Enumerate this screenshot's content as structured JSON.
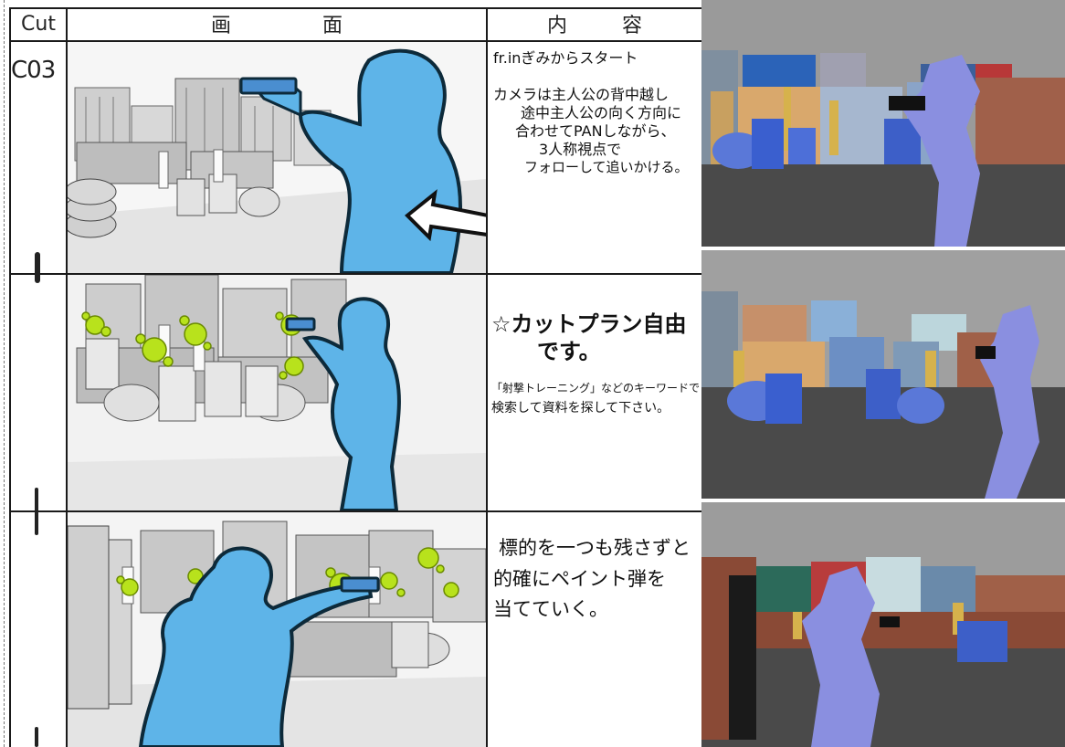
{
  "header": {
    "cut": "Cut",
    "picture_left": "画",
    "picture_right": "面",
    "content_left": "内",
    "content_right": "容"
  },
  "cut_number": "C03",
  "rows": [
    {
      "lines": [
        "fr.inぎみからスタート",
        "カメラは主人公の背中越し",
        "途中主人公の向く方向に",
        "合わせてPANしながら、",
        "3人称視点で",
        "フォローして追いかける。"
      ]
    },
    {
      "lines": [
        "☆カットプラン自由",
        "です。",
        "「射撃トレーニング」などのキーワードで",
        "検索して資料を探して下さい。"
      ]
    },
    {
      "lines": [
        "標的を一つも残さずと",
        "的確にペイント弾を",
        "当てていく。"
      ]
    }
  ],
  "colors": {
    "figure_blue": "#5eb4e8",
    "paint_green": "#b8e21c",
    "render_figure": "#8a8fe0",
    "sky_gray": "#9a9a9a",
    "ground_gray": "#4a4a4a"
  }
}
